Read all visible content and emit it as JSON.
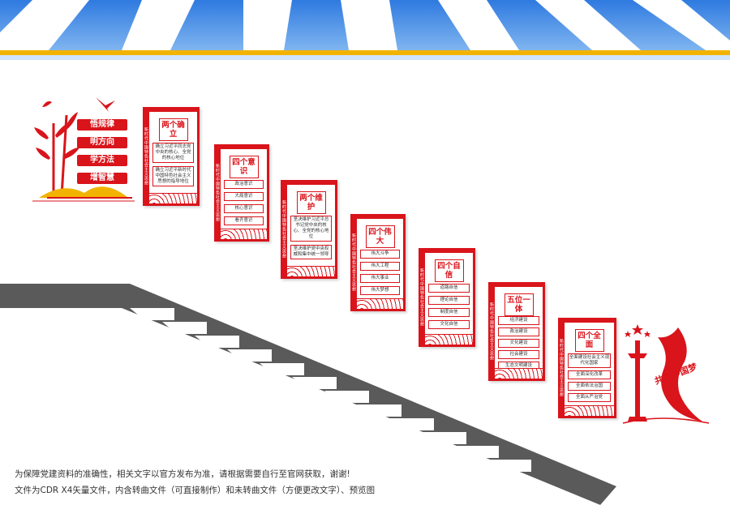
{
  "slogans": [
    "悟规律",
    "明方向",
    "学方法",
    "增智慧"
  ],
  "strip_text": "新时代中国特色社会主义思想",
  "panels": [
    {
      "title": "两个确立",
      "items": [
        "确立习近平同志党中央的核心、全党的核心地位",
        "确立习近平新时代中国特色社会主义思想的指导地位"
      ]
    },
    {
      "title": "四个意识",
      "items": [
        "政治意识",
        "大局意识",
        "核心意识",
        "看齐意识"
      ]
    },
    {
      "title": "两个维护",
      "items": [
        "坚决维护习近平总书记党中央的核心、全党的核心地位",
        "坚决维护党中央权威和集中统一领导"
      ]
    },
    {
      "title": "四个伟大",
      "items": [
        "伟大斗争",
        "伟大工程",
        "伟大事业",
        "伟大梦想"
      ]
    },
    {
      "title": "四个自信",
      "items": [
        "道路自信",
        "理论自信",
        "制度自信",
        "文化自信"
      ]
    },
    {
      "title": "五位一体",
      "items": [
        "经济建设",
        "政治建设",
        "文化建设",
        "社会建设",
        "生态文明建设"
      ]
    },
    {
      "title": "四个全面",
      "items": [
        "全面建设社会主义现代化国家",
        "全面深化改革",
        "全面依法治国",
        "全面从严治党"
      ]
    }
  ],
  "decor_right_text": "共筑中国梦",
  "notice": {
    "line1": "为保障党建资料的准确性，相关文字以官方发布为准，请根据需要自行至官网获取，谢谢!",
    "line2": "文件为CDR X4矢量文件，内含转曲文件（可直接制作）和未转曲文件（方便更改文字）、预览图"
  },
  "colors": {
    "primary_red": "#d9141b",
    "sky_blue": "#3f86e6",
    "stair_gray": "#5a5a5a",
    "gold": "#f2b300"
  }
}
